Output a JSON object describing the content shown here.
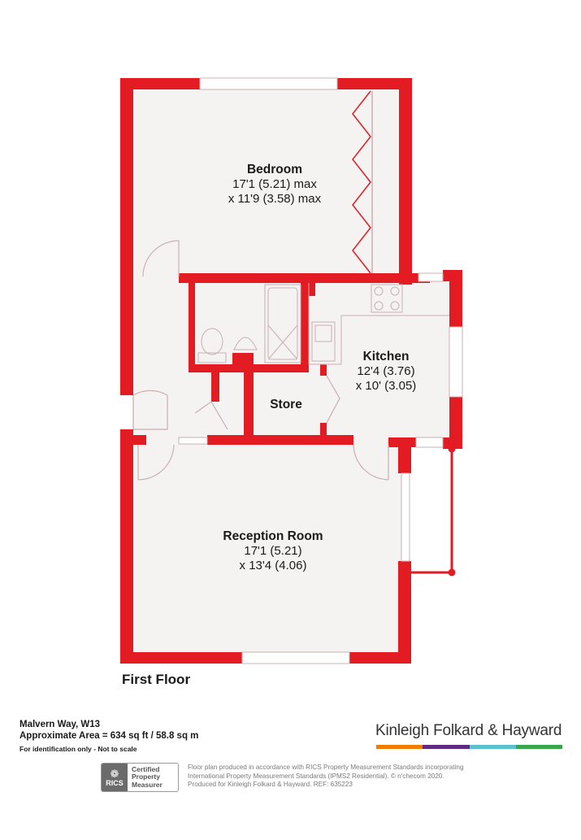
{
  "rooms": {
    "bedroom": {
      "name": "Bedroom",
      "dim1": "17'1 (5.21) max",
      "dim2": "x 11'9 (3.58) max"
    },
    "kitchen": {
      "name": "Kitchen",
      "dim1": "12'4 (3.76)",
      "dim2": "x 10' (3.05)"
    },
    "store": {
      "name": "Store"
    },
    "reception": {
      "name": "Reception Room",
      "dim1": "17'1 (5.21)",
      "dim2": "x 13'4 (4.06)"
    }
  },
  "floor_label": "First Floor",
  "property": {
    "address": "Malvern Way, W13",
    "area": "Approximate Area = 634 sq ft / 58.8 sq m",
    "note": "For identification only - Not to scale"
  },
  "brand": {
    "name": "Kinleigh Folkard & Hayward",
    "bar_colors": [
      "#f07d00",
      "#5e2a84",
      "#5bc0d0",
      "#3aa64a"
    ]
  },
  "rics": {
    "logo_text": "RICS",
    "line1": "Certified",
    "line2": "Property",
    "line3": "Measurer"
  },
  "disclaimer": {
    "line1": "Floor plan produced in accordance with RICS Property Measurement Standards incorporating",
    "line2": "International Property Measurement Standards (IPMS2 Residential). © n'checom 2020.",
    "line3": "Produced for Kinleigh Folkard & Hayward.   REF: 635223"
  },
  "colors": {
    "wall": "#e31b23",
    "floor": "#f5f2f2",
    "fixture": "#c9b0b0"
  }
}
